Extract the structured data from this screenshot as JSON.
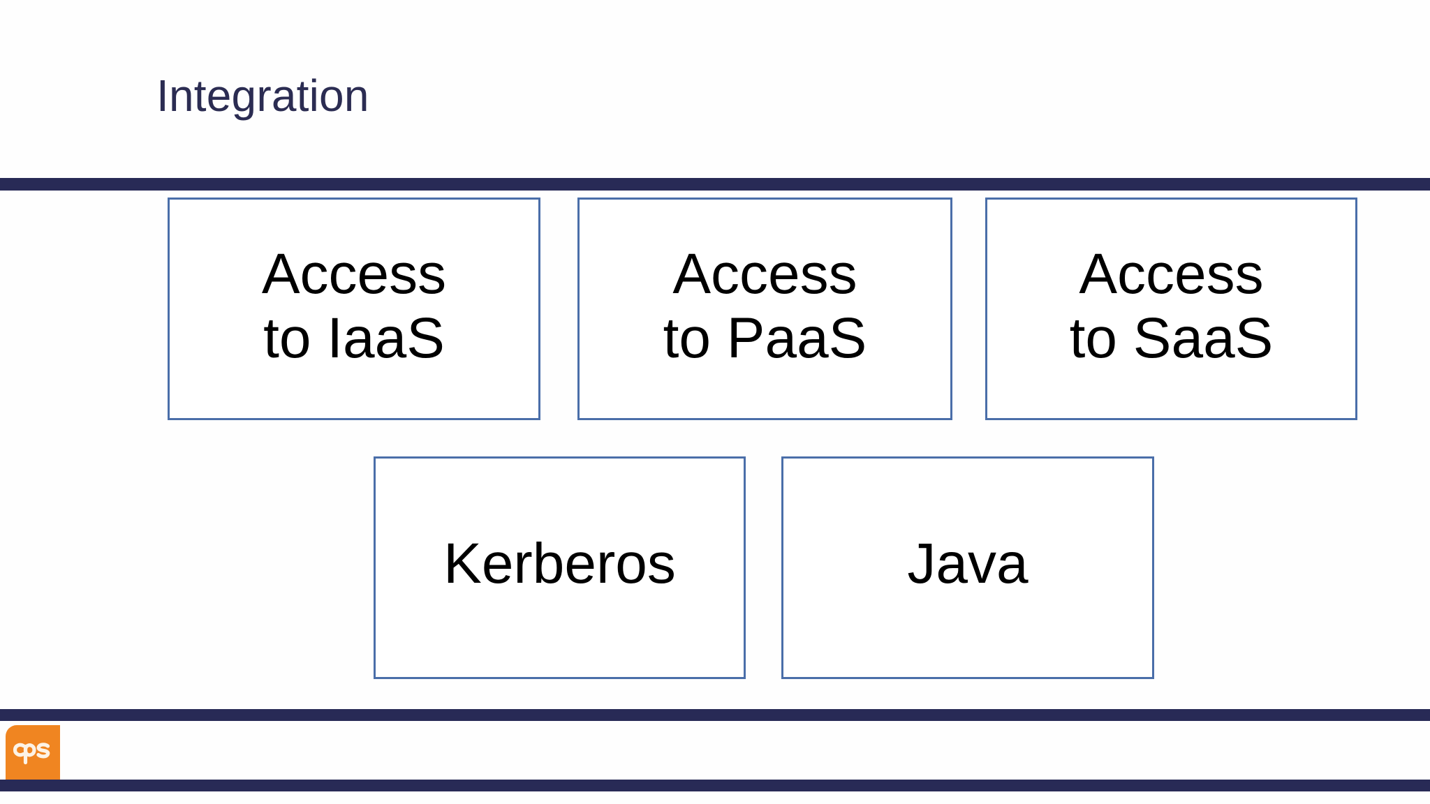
{
  "slide": {
    "title": "Integration",
    "background_color": "#fefefe",
    "title_color": "#2b2c52",
    "rule_color": "#282a56",
    "box_border_color": "#4a6ea9",
    "box_text_color": "#000000",
    "logo_color": "#f08521"
  },
  "diagram": {
    "type": "box-grid",
    "rows": [
      {
        "name": "cloud-access-row",
        "boxes": [
          {
            "id": "iaas",
            "label": "Access\nto IaaS"
          },
          {
            "id": "paas",
            "label": "Access\nto PaaS"
          },
          {
            "id": "saas",
            "label": "Access\nto SaaS"
          }
        ]
      },
      {
        "name": "technology-row",
        "boxes": [
          {
            "id": "kerberos",
            "label": "Kerberos"
          },
          {
            "id": "java",
            "label": "Java"
          }
        ]
      }
    ]
  },
  "footer": {
    "logo_text": "cps"
  }
}
